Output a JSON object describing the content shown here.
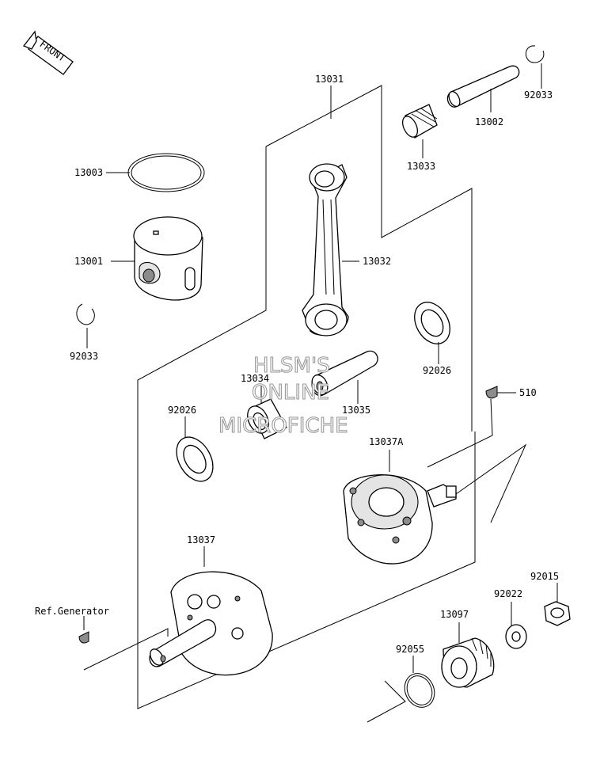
{
  "front_label": "FRONT",
  "ref_label": "Ref.Generator",
  "watermark": [
    "HLSM'S",
    "ONLINE",
    "MICROFICHE"
  ],
  "parts": {
    "p13031": "13031",
    "p13002": "13002",
    "p92033_top": "92033",
    "p13033": "13033",
    "p13003": "13003",
    "p13001": "13001",
    "p13032": "13032",
    "p92033_left": "92033",
    "p13034": "13034",
    "p13035": "13035",
    "p92026_right": "92026",
    "p510": "510",
    "p92026_left": "92026",
    "p13037A": "13037A",
    "p13037": "13037",
    "p92015": "92015",
    "p92022": "92022",
    "p13097": "13097",
    "p92055": "92055"
  },
  "colors": {
    "line": "#000000",
    "shade": "#e4e4e4",
    "dark": "#8c8c8c",
    "background": "#ffffff"
  }
}
